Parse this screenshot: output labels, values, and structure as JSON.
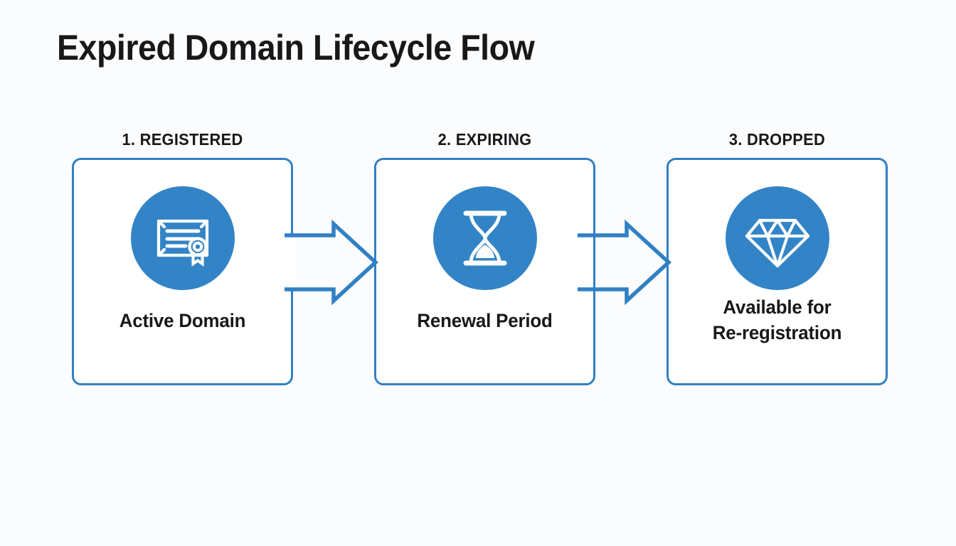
{
  "title": "Expired Domain Lifecycle Flow",
  "colors": {
    "accent": "#3080c4",
    "icon_circle": "#3284c6",
    "text": "#18181a",
    "background": "#fbfcfd",
    "card_fill": "#ffffff"
  },
  "steps": [
    {
      "label": "1. REGISTERED",
      "text": "Active Domain",
      "icon": "certificate-icon"
    },
    {
      "label": "2. EXPIRING",
      "text": "Renewal Period",
      "icon": "hourglass-icon"
    },
    {
      "label": "3. DROPPED",
      "text_line1": "Available for",
      "text_line2": "Re-registration",
      "icon": "diamond-icon"
    }
  ],
  "connectors": [
    {
      "name": "arrow-registered-to-expiring",
      "direction": "right"
    },
    {
      "name": "arrow-expiring-to-dropped",
      "direction": "right"
    }
  ]
}
